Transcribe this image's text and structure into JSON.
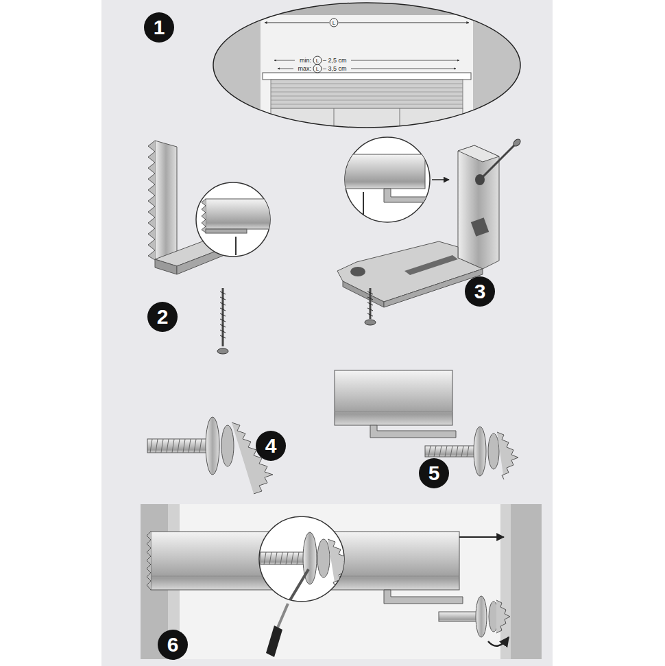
{
  "diagram": {
    "labels": [
      "1",
      "L",
      "min:",
      "L",
      "– 2,5 cm",
      "max:",
      "L",
      "– 3,5 cm",
      "2",
      "3",
      "4",
      "5",
      "6"
    ]
  }
}
